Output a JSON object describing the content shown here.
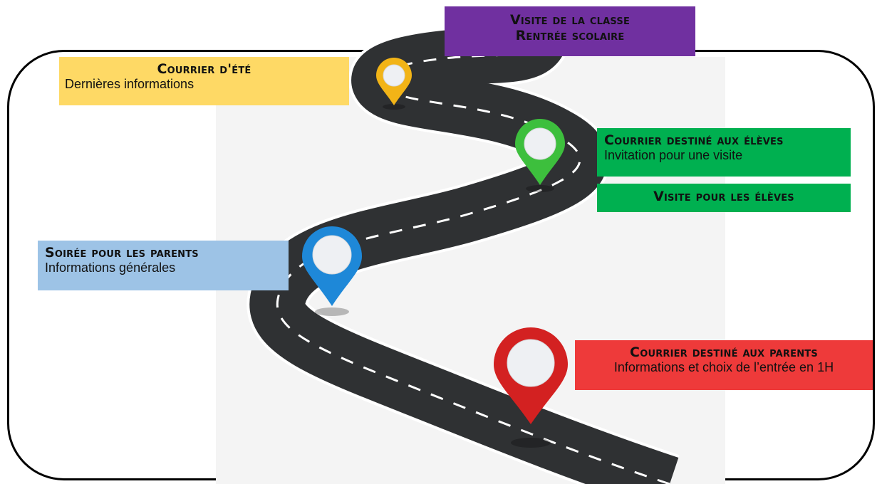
{
  "boxes": {
    "visit_class": {
      "title_line1": "Visite de la classe",
      "title_line2": "Rentrée scolaire",
      "color": "#7030a0"
    },
    "summer_letter": {
      "title": "Courrier d'été",
      "subtitle": "Dernières informations",
      "color": "#fed965"
    },
    "students_letter": {
      "title": "Courrier destiné aux élèves",
      "subtitle": "Invitation pour une visite",
      "color": "#00b050"
    },
    "students_visit": {
      "title": "Visite pour les élèves",
      "color": "#00b050"
    },
    "parents_evening": {
      "title": "Soirée pour les parents",
      "subtitle": "Informations générales",
      "color": "#9dc3e6"
    },
    "parents_letter": {
      "title": "Courrier destiné aux parents",
      "subtitle": "Informations et choix de l’entrée en 1H",
      "color": "#ee3a3a"
    }
  },
  "pins": [
    {
      "name": "yellow-pin",
      "color": "#f2b417"
    },
    {
      "name": "green-pin",
      "color": "#3dbf3d"
    },
    {
      "name": "blue-pin",
      "color": "#1e88d8"
    },
    {
      "name": "red-pin",
      "color": "#d32121"
    }
  ],
  "road_color": "#2f3133"
}
